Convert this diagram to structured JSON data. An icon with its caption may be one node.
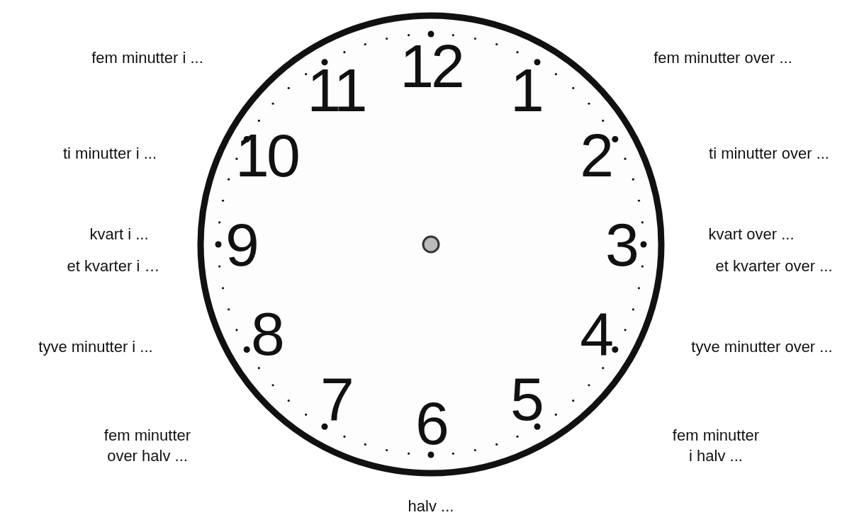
{
  "diagram": {
    "nodes": [
      {
        "text": [
          "12",
          "1",
          "2",
          "3",
          "4",
          "5",
          "6",
          "7",
          "8",
          "9",
          "10",
          "11"
        ]
      }
    ],
    "edges": [],
    "labels": [
      "fem minutter i ...",
      "fem minutter over ...",
      "ti minutter i ...",
      "ti minutter over ...",
      "kvart i ...",
      "kvart over ...",
      "et kvarter i …",
      "et kvarter over ...",
      "tyve minutter i ...",
      "tyve minutter over ...",
      "fem minutter over halv ...",
      "fem minutter i halv ...",
      "halv ..."
    ]
  }
}
